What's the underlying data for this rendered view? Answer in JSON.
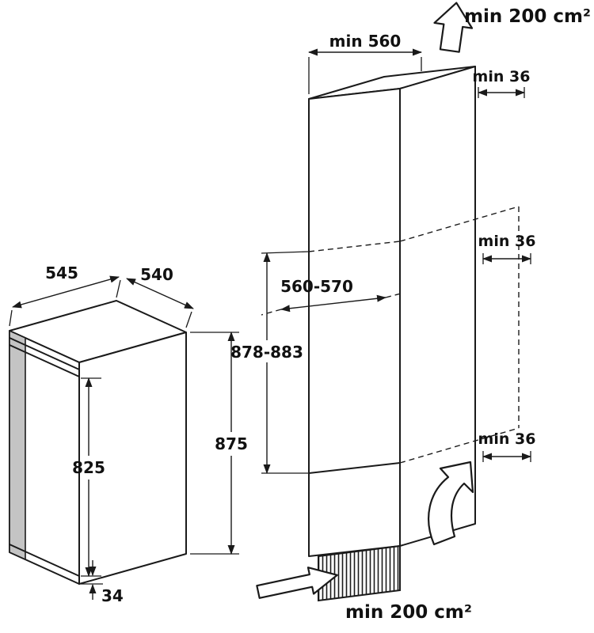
{
  "labels": {
    "vent_top": "min 200 cm²",
    "vent_bottom": "min 200 cm²",
    "niche_min_width": "min 560",
    "clearance_top": "min 36",
    "clearance_middle": "min 36",
    "clearance_bottom": "min 36",
    "niche_width_range": "560-570",
    "niche_height_range": "878-883",
    "appliance_depth": "545",
    "appliance_width": "540",
    "appliance_door_height": "825",
    "appliance_height": "875",
    "appliance_plinth_height": "34"
  },
  "colors": {
    "line": "#1a1a1a",
    "door_shade": "#c4c4c4",
    "background": "#ffffff"
  }
}
